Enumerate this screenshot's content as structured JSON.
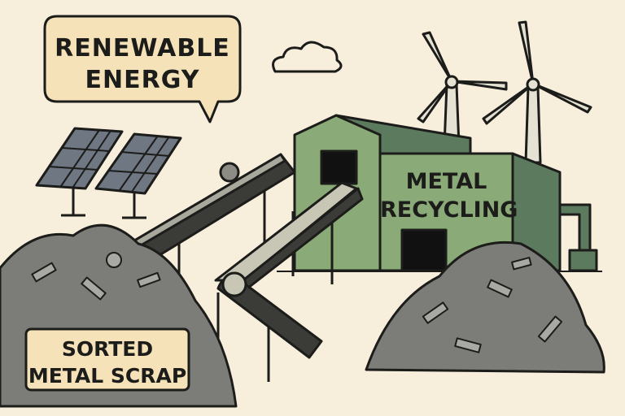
{
  "speech_bubble": {
    "line1": "RENEWABLE",
    "line2": "ENERGY"
  },
  "building_sign": {
    "line1": "METAL",
    "line2": "RECYCLING"
  },
  "scrap_sign": {
    "line1": "SORTED",
    "line2": "METAL SCRAP"
  },
  "colors": {
    "background": "#f8eedc",
    "building_light": "#8aab78",
    "building_dark": "#5b7a5e",
    "label_fill": "#f5e2b8",
    "scrap": "#7c7d78",
    "outline": "#1c1c1a"
  }
}
